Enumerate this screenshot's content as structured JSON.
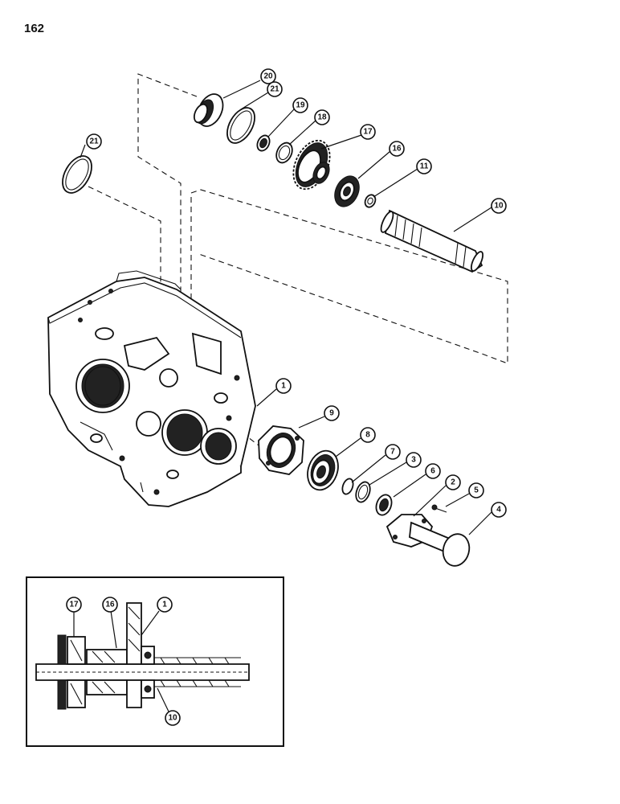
{
  "page": {
    "number": "162"
  },
  "callouts": {
    "c1": "1",
    "c2": "2",
    "c3": "3",
    "c4": "4",
    "c5": "5",
    "c6": "6",
    "c7": "7",
    "c8": "8",
    "c9": "9",
    "c10": "10",
    "c11": "11",
    "c16": "16",
    "c17": "17",
    "c18": "18",
    "c19": "19",
    "c20": "20",
    "c21a": "21",
    "c21b": "21"
  },
  "inset": {
    "callouts": {
      "c17": "17",
      "c16": "16",
      "c1": "1",
      "c10": "10"
    }
  }
}
